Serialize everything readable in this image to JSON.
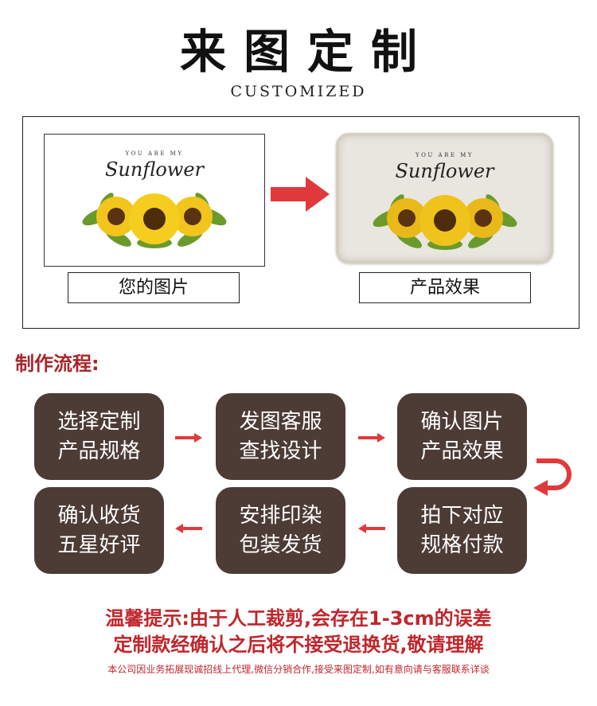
{
  "header": {
    "title": "来图定制",
    "subtitle": "CUSTOMIZED"
  },
  "compare": {
    "artwork": {
      "small_text": "YOU ARE MY",
      "script_text": "Sunflower"
    },
    "left_caption": "您的图片",
    "right_caption": "产品效果"
  },
  "process": {
    "title": "制作流程:",
    "steps": [
      {
        "line1": "选择定制",
        "line2": "产品规格"
      },
      {
        "line1": "发图客服",
        "line2": "查找设计"
      },
      {
        "line1": "确认图片",
        "line2": "产品效果"
      },
      {
        "line1": "拍下对应",
        "line2": "规格付款"
      },
      {
        "line1": "安排印染",
        "line2": "包装发货"
      },
      {
        "line1": "确认收货",
        "line2": "五星好评"
      }
    ]
  },
  "notice": {
    "line1": "温馨提示:由于人工裁剪,会存在1-3cm的误差",
    "line2": "定制款经确认之后将不接受退换货,敬请理解"
  },
  "footer": "本公司因业务拓展现诚招线上代理,微信分销合作,接受来图定制,如有意向请与客服联系详谈",
  "colors": {
    "accent_red": "#c0262c",
    "title_red": "#a8262a",
    "step_bg": "#4d3b36",
    "arrow_red": "#e0393b"
  }
}
